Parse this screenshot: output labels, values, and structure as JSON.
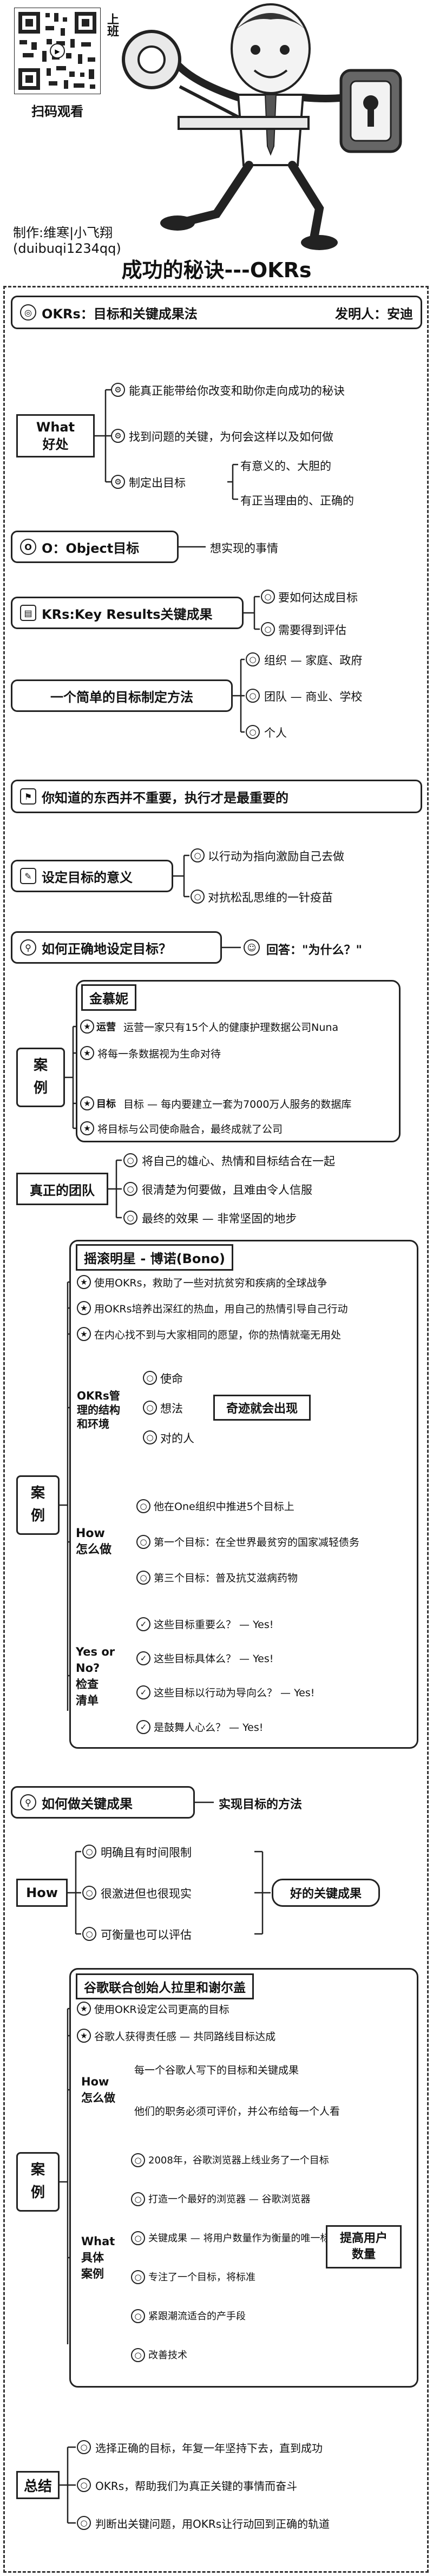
{
  "header": {
    "qr_label": "扫码观看",
    "qr_side_text": "上班",
    "maker": "制作:维寒|小飞翔",
    "maker_id": "(duibuqi1234qq)",
    "title": "成功的秘诀---OKRs"
  },
  "s1": {
    "title": "OKRs：目标和关键成果法",
    "inventor": "发明人：安迪"
  },
  "s2": {
    "label_1": "What",
    "label_2": "好处",
    "items": [
      "能真正能带给你改变和助你走向成功的秘诀",
      "找到问题的关键，为何会这样以及如何做",
      "制定出目标"
    ],
    "sub": [
      "有意义的、大胆的",
      "有正当理由的、正确的"
    ]
  },
  "s3": {
    "title": "O：Object目标",
    "desc": "想实现的事情"
  },
  "s4": {
    "title": "KRs:Key Results关键成果",
    "items": [
      "要如何达成目标",
      "需要得到评估"
    ]
  },
  "s5": {
    "title": "一个简单的目标制定方法",
    "items": [
      "组织 — 家庭、政府",
      "团队 — 商业、学校",
      "个人"
    ]
  },
  "s6": {
    "title": "你知道的东西并不重要，执行才是最重要的"
  },
  "s7": {
    "title": "设定目标的意义",
    "items": [
      "以行动为指向激励自己去做",
      "对抗松乱思维的一针疫苗"
    ]
  },
  "s8": {
    "title": "如何正确地设定目标？",
    "answer": "回答：\"为什么？\""
  },
  "s9": {
    "case_1": "案",
    "case_2": "例",
    "header": "金慕妮",
    "items": [
      "运营一家只有15个人的健康护理数据公司Nuna",
      "将每一条数据视为生命对待",
      "目标 — 每内要建立一套为7000万人服务的数据库",
      "将目标与公司使命融合，最终成就了公司"
    ],
    "tags": [
      "运营",
      "目标"
    ]
  },
  "s10": {
    "title": "真正的团队",
    "items": [
      "将自己的雄心、热情和目标结合在一起",
      "很清楚为何要做，且难由令人信服",
      "最终的效果 — 非常坚固的地步"
    ]
  },
  "s11": {
    "case_1": "案",
    "case_2": "例",
    "header": "摇滚明星 - 博诺(Bono)",
    "items": [
      "使用OKRs，救助了一些对抗贫穷和疾病的全球战争",
      "用OKRs培养出深红的热血，用自己的热情引导自己行动",
      "在内心找不到与大家相同的愿望，你的热情就毫无用处"
    ],
    "sub_a": "OKRs管理的结构和环境",
    "a_items": [
      "使命",
      "想法",
      "对的人"
    ],
    "a_result": "奇迹就会出现",
    "sub_b_1": "How",
    "sub_b_2": "怎么做",
    "b_items": [
      "他在One组织中推进5个目标上",
      "第一个目标：在全世界最贫穷的国家减轻债务",
      "第三个目标：普及抗艾滋病药物"
    ],
    "sub_c_1": "Yes or",
    "sub_c_2": "No?",
    "sub_c_3": "检查",
    "sub_c_4": "清单",
    "c_items": [
      "这些目标重要么？ — Yes!",
      "这些目标具体么？ — Yes!",
      "这些目标以行动为导向么？ — Yes!",
      "是鼓舞人心么？ — Yes!"
    ]
  },
  "s12": {
    "title": "如何做关键成果",
    "desc": "实现目标的方法"
  },
  "s13": {
    "label": "How",
    "items": [
      "明确且有时间限制",
      "很激进但也很现实",
      "可衡量也可以评估"
    ],
    "result": "好的关键成果"
  },
  "s14": {
    "case_1": "案",
    "case_2": "例",
    "header": "谷歌联合创始人拉里和谢尔盖",
    "items": [
      "使用OKR设定公司更高的目标",
      "谷歌人获得责任感 — 共同路线目标达成"
    ],
    "how_1": "How",
    "how_2": "怎么做",
    "how_items": [
      "每一个谷歌人写下的目标和关键成果",
      "他们的职务必须可评价，并公布给每一个人看"
    ],
    "what_1": "What",
    "what_2": "具体",
    "what_3": "案例",
    "what_items": [
      "2008年，谷歌浏览器上线业务了一个目标",
      "打造一个最好的浏览器 — 谷歌浏览器",
      "关键成果 — 将用户数量作为衡量的唯一标准",
      "专注了一个目标，将标准",
      "紧跟潮流适合的产手段",
      "改善技术"
    ],
    "what_result": "提高用户数量"
  },
  "s15": {
    "label": "总结",
    "items": [
      "选择正确的目标，年复一年坚持下去，直到成功",
      "OKRs，帮助我们为真正关键的事情而奋斗",
      "判断出关键问题，用OKRs让行动回到正确的轨道"
    ]
  }
}
